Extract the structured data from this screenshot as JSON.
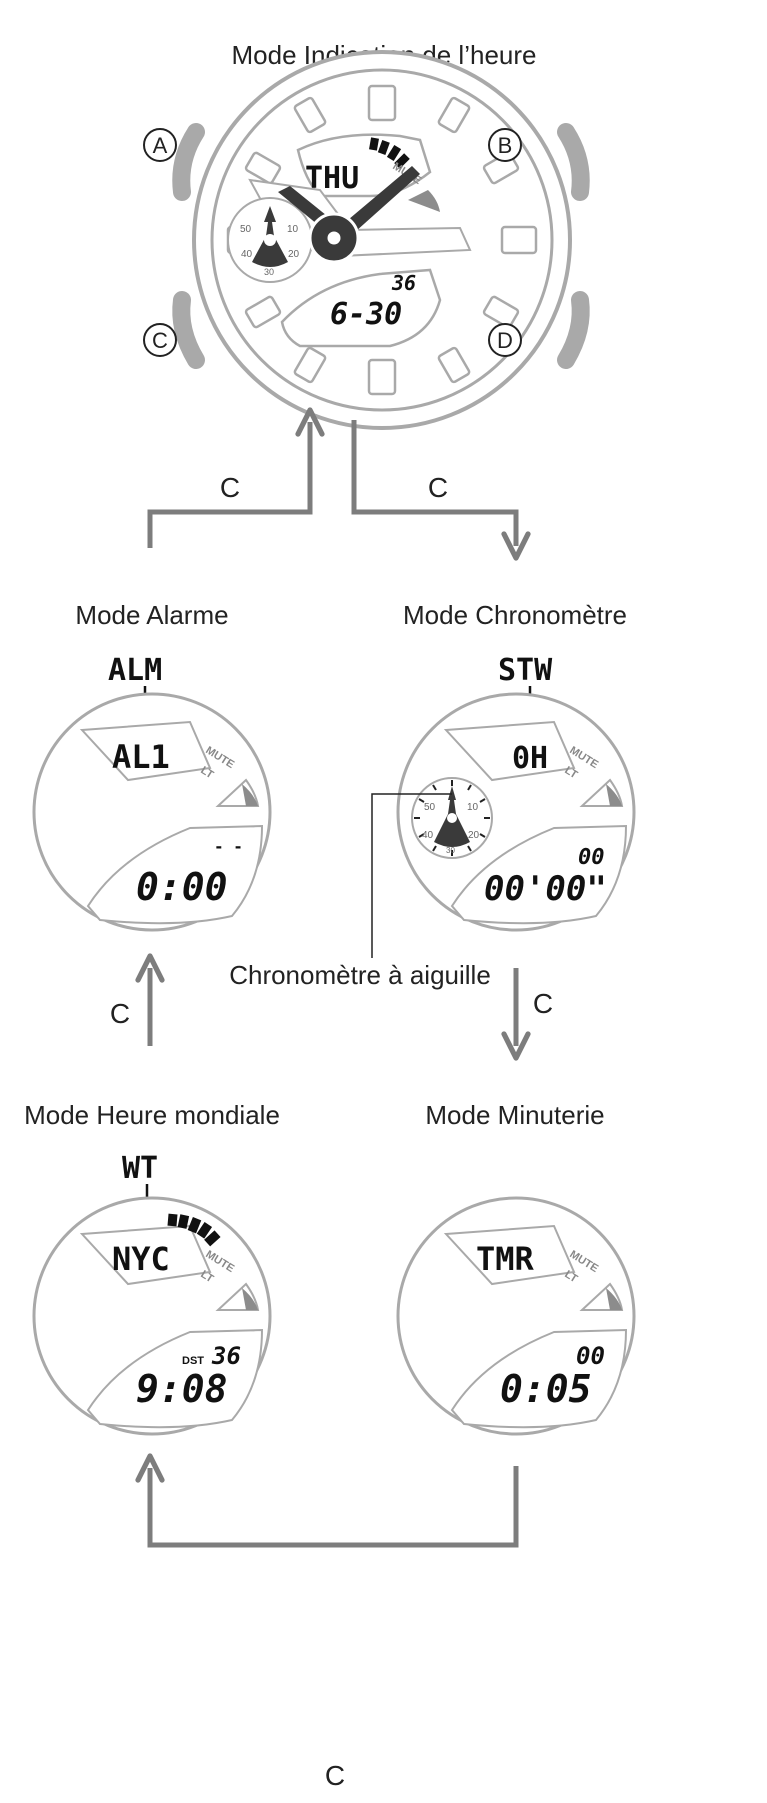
{
  "modes": {
    "timekeeping": {
      "title": "Mode Indication de l’heure",
      "day": "THU",
      "date": "6-30",
      "seconds": "36",
      "mute": "MUTE",
      "dial_marks": [
        "50",
        "10",
        "40",
        "20",
        "30"
      ]
    },
    "alarm": {
      "title": "Mode Alarme",
      "indicator": "ALM",
      "upper": "AL1",
      "main": "0:00",
      "small": "- -",
      "mute": "MUTE",
      "lt": "LT"
    },
    "stopwatch": {
      "title": "Mode Chronomètre",
      "indicator": "STW",
      "upper": "0H",
      "main": "00'00\"",
      "small": "00",
      "mute": "MUTE",
      "lt": "LT",
      "dial_marks": [
        "50",
        "10",
        "40",
        "20",
        "30"
      ],
      "hand_label": "Chronomètre à aiguille"
    },
    "world_time": {
      "title": "Mode Heure mondiale",
      "indicator": "WT",
      "upper": "NYC",
      "main": "9:08",
      "small": "36",
      "dst": "DST",
      "mute": "MUTE",
      "lt": "LT"
    },
    "timer": {
      "title": "Mode Minuterie",
      "upper": "TMR",
      "main": "0:05",
      "small": "00",
      "mute": "MUTE",
      "lt": "LT"
    }
  },
  "buttons": [
    "A",
    "B",
    "C",
    "D"
  ],
  "transition_label": "C",
  "colors": {
    "line": "#7d7d7d",
    "case": "#a9a9a9",
    "dark": "#3a3a3a",
    "lcd": "#111111"
  }
}
